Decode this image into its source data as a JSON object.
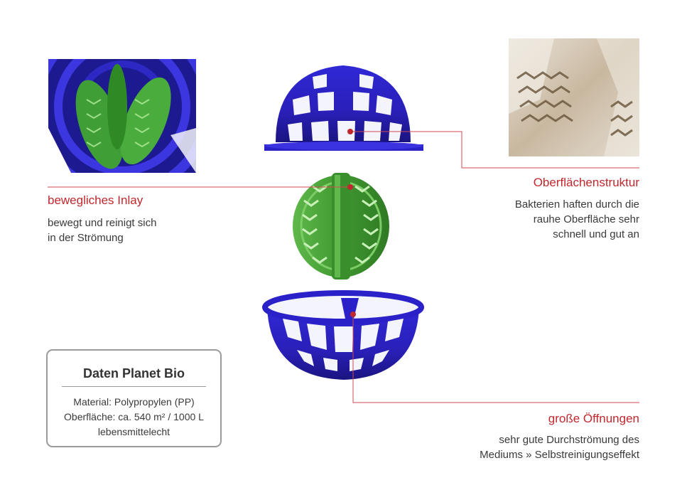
{
  "labels": {
    "inlay": {
      "heading": "bewegliches Inlay",
      "lines": [
        "bewegt und reinigt sich",
        "in der Strömung"
      ]
    },
    "surface": {
      "heading": "Oberflächenstruktur",
      "lines": [
        "Bakterien haften durch die",
        "rauhe Oberfläche sehr",
        "schnell und gut an"
      ]
    },
    "openings": {
      "heading": "große Öffnungen",
      "lines": [
        "sehr gute Durchströmung des",
        "Mediums » Selbstreinigungseffekt"
      ]
    }
  },
  "data_box": {
    "title": "Daten Planet Bio",
    "lines": [
      "Material: Polypropylen (PP)",
      "Oberfläche: ca. 540 m² / 1000 L",
      "lebensmittelecht"
    ]
  },
  "colors": {
    "accent": "#c0282e",
    "shell_blue": "#2a22c8",
    "inlay_green": "#4fa83a",
    "leader_line": "#d24a50"
  }
}
